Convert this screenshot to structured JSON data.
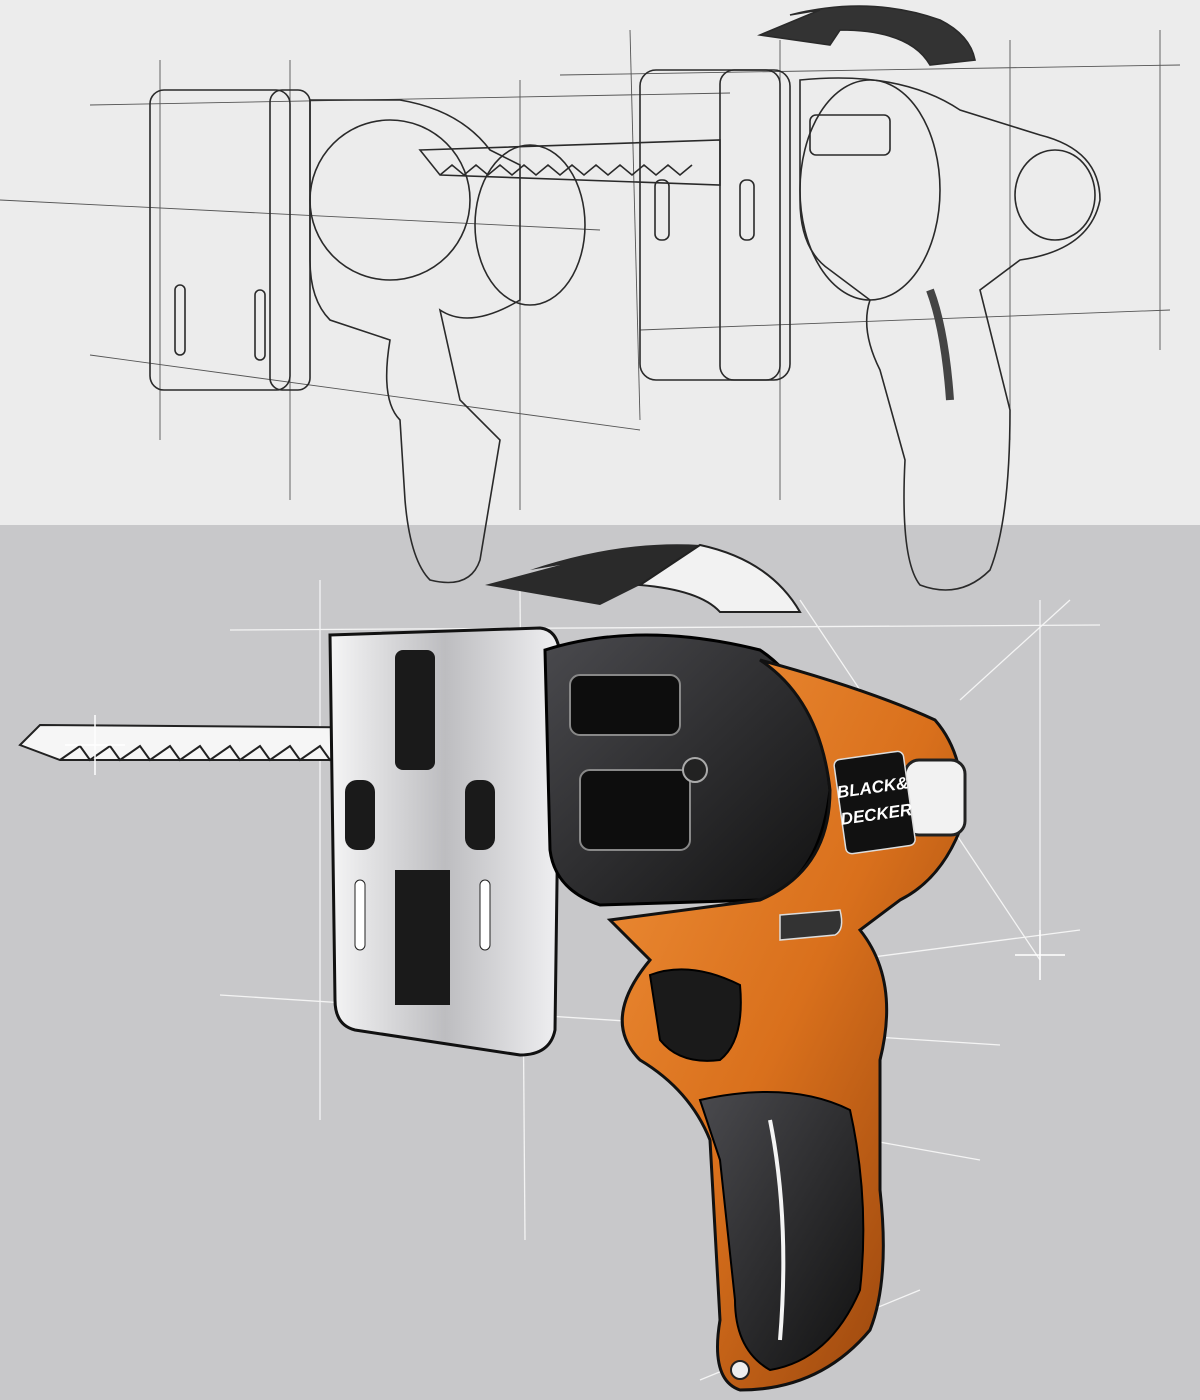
{
  "artwork": {
    "subject": "jigsaw-power-tool-sketch",
    "panels": [
      "pencil-line-sketch",
      "marker-rendered-sketch"
    ],
    "logo": {
      "line1": "BLACK&",
      "line2": "DECKER"
    }
  },
  "colors": {
    "paper_top": "#ececec",
    "paper_bottom": "#c8c8ca",
    "body_orange": "#d9701c",
    "body_black": "#1d1d1f",
    "chrome": "#e8e8ea",
    "line": "#2a2a2a"
  }
}
